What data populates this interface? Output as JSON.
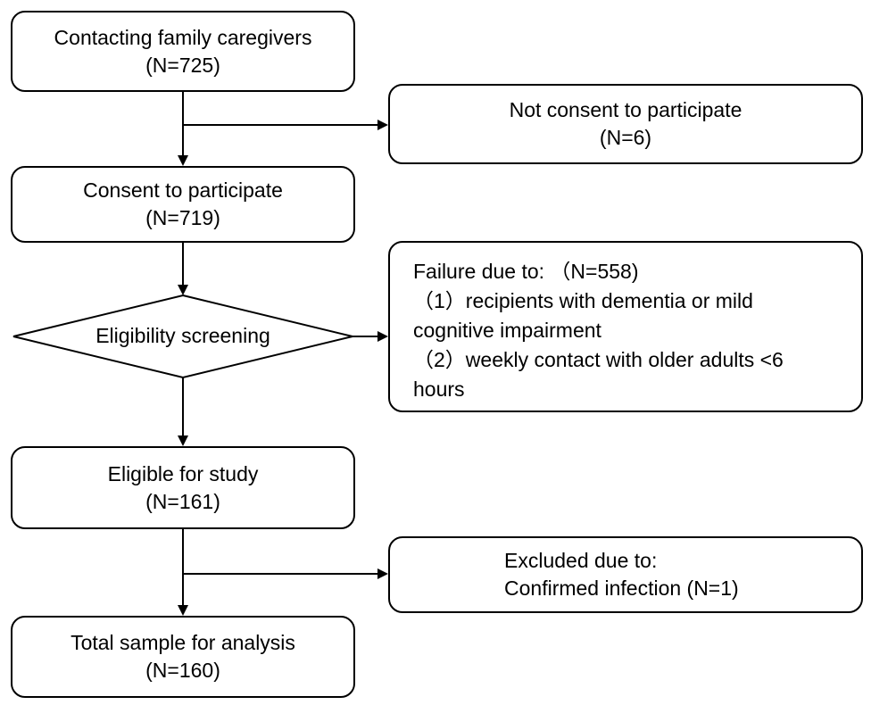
{
  "flow": {
    "contacting": {
      "title": "Contacting family caregivers",
      "count": "(N=725)"
    },
    "not_consent": {
      "title": "Not consent to participate",
      "count": "(N=6)"
    },
    "consent": {
      "title": "Consent to participate",
      "count": "(N=719)"
    },
    "screening": {
      "label": "Eligibility screening"
    },
    "failure": {
      "header": "Failure due to: （N=558)",
      "reason1_line1": "（1）recipients with dementia or mild",
      "reason1_line2": "cognitive impairment",
      "reason2_line1": "（2）weekly contact with older adults <6",
      "reason2_line2": "hours"
    },
    "eligible": {
      "title": "Eligible for study",
      "count": "(N=161)"
    },
    "excluded": {
      "line1": "Excluded due to:",
      "line2": "Confirmed infection (N=1)"
    },
    "total": {
      "title": "Total sample for analysis",
      "count": "(N=160)"
    }
  }
}
